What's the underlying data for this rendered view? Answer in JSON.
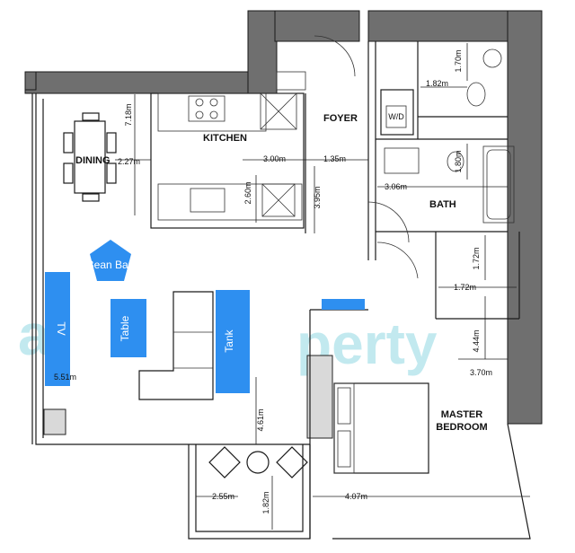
{
  "rooms": {
    "dining": "DINING",
    "kitchen": "KITCHEN",
    "foyer": "FOYER",
    "bath": "BATH",
    "master_bedroom_line1": "MASTER",
    "master_bedroom_line2": "BEDROOM"
  },
  "furniture": {
    "tv": "TV",
    "table": "Table",
    "tank": "Tank",
    "bean_bag": "Bean Bag",
    "wd": "W/D"
  },
  "dimensions": {
    "dining_vertical": "7.18m",
    "dining_horizontal": "2.27m",
    "kitchen_width": "3.00m",
    "kitchen_depth": "2.60m",
    "kitchen_height": "3.95m",
    "foyer_width": "1.35m",
    "bath_top_height": "1.70m",
    "bath_top_width": "1.82m",
    "bath_height": "1.80m",
    "bath_width": "3.06m",
    "closet_height": "1.72m",
    "closet_width": "1.72m",
    "living_width": "5.51m",
    "bedroom_height": "4.44m",
    "bedroom_width": "3.70m",
    "balcony_to_living": "4.61m",
    "balcony_width": "2.55m",
    "balcony_depth": "1.82m",
    "bedroom_lower_width": "4.07m"
  },
  "colors": {
    "furniture_highlight": "#2e8ff0",
    "wall": "#6f6f6f",
    "watermark": "#29b3c9"
  }
}
